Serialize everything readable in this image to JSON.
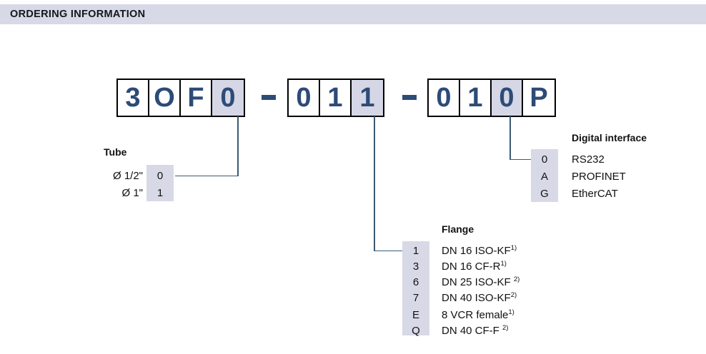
{
  "header": {
    "title": "ORDERING INFORMATION"
  },
  "order_code": {
    "groups": [
      {
        "name": "group-1",
        "cells": [
          {
            "char": "3",
            "highlighted": false
          },
          {
            "char": "O",
            "highlighted": false
          },
          {
            "char": "F",
            "highlighted": false
          },
          {
            "char": "0",
            "highlighted": true
          }
        ]
      },
      {
        "name": "group-2",
        "cells": [
          {
            "char": "0",
            "highlighted": false
          },
          {
            "char": "1",
            "highlighted": false
          },
          {
            "char": "1",
            "highlighted": true
          }
        ]
      },
      {
        "name": "group-3",
        "cells": [
          {
            "char": "0",
            "highlighted": false
          },
          {
            "char": "1",
            "highlighted": false
          },
          {
            "char": "0",
            "highlighted": true
          },
          {
            "char": "P",
            "highlighted": false
          }
        ]
      }
    ],
    "separator": "-"
  },
  "options": {
    "tube": {
      "heading": "Tube",
      "rows": [
        {
          "code": "0",
          "label": "Ø 1/2\""
        },
        {
          "code": "1",
          "label": "Ø 1\""
        }
      ]
    },
    "flange": {
      "heading": "Flange",
      "rows": [
        {
          "code": "1",
          "label": "DN 16 ISO-KF",
          "footnote": "1)"
        },
        {
          "code": "3",
          "label": "DN 16 CF-R",
          "footnote": "1)"
        },
        {
          "code": "6",
          "label": "DN 25 ISO-KF",
          "footnote": "2)"
        },
        {
          "code": "7",
          "label": "DN 40 ISO-KF",
          "footnote": "2)"
        },
        {
          "code": "E",
          "label": "8 VCR female",
          "footnote": "1)"
        },
        {
          "code": "Q",
          "label": "DN 40 CF-F",
          "footnote": "2)"
        }
      ]
    },
    "digital_interface": {
      "heading": "Digital interface",
      "rows": [
        {
          "code": "0",
          "label": "RS232",
          "footnote": ""
        },
        {
          "code": "A",
          "label": "PROFINET",
          "footnote": ""
        },
        {
          "code": "G",
          "label": "EtherCAT",
          "footnote": ""
        }
      ]
    }
  },
  "colors": {
    "header_bg": "#d8d9e6",
    "highlight_bg": "#d5d7e6",
    "code_text": "#2d4b77",
    "leader_line": "#3c5a72",
    "box_border": "#000000"
  }
}
